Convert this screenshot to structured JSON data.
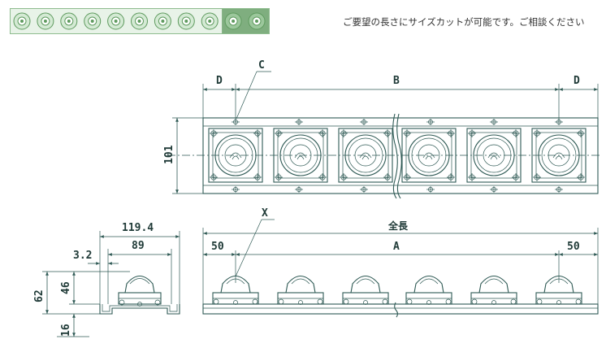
{
  "header": {
    "note": "ご要望の長さにサイズカットが可能です。ご相談ください",
    "thumbnail_count": 11
  },
  "top_view": {
    "label_d_left": "D",
    "label_b": "B",
    "label_d_right": "D",
    "label_c": "C",
    "label_height": "101"
  },
  "side_section": {
    "label_width": "119.4",
    "label_inner": "89",
    "label_offset": "3.2",
    "label_h62": "62",
    "label_h46": "46",
    "label_h16": "16"
  },
  "front_view": {
    "label_x": "X",
    "label_total": "全長",
    "label_left": "50",
    "label_a": "A",
    "label_right": "50"
  }
}
